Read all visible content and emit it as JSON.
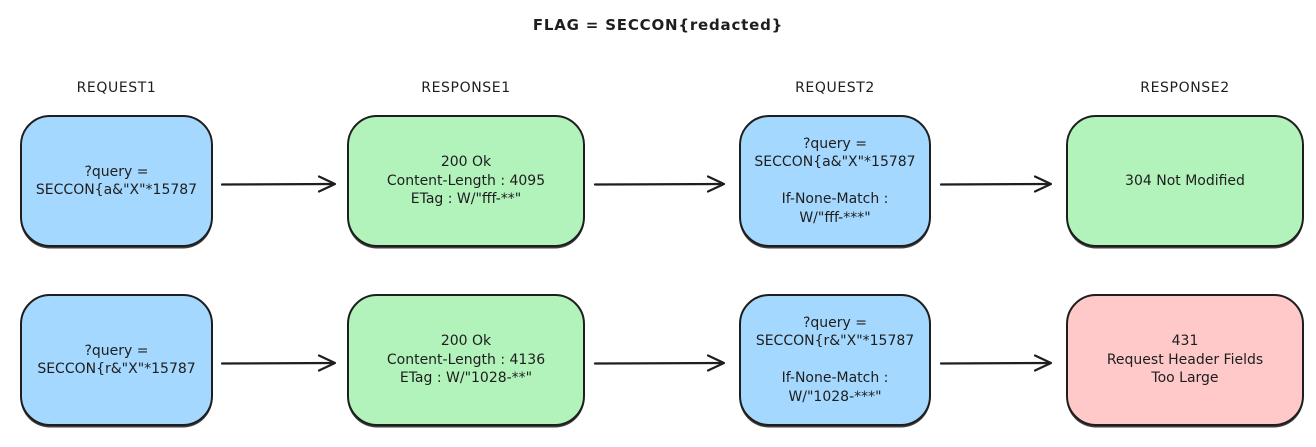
{
  "title": "FLAG = SECCON{redacted}",
  "colors": {
    "request": "#a5d8ff",
    "response_ok": "#b2f2bb",
    "response_error": "#ffc9c9",
    "stroke": "#1e1e1e",
    "background": "#ffffff"
  },
  "icons": {
    "arrow_right": "→"
  },
  "rows": [
    {
      "nodes": [
        {
          "label": "REQUEST1",
          "type": "request",
          "lines": [
            "?query =",
            "SECCON{a&\"X\"*15787"
          ]
        },
        {
          "label": "RESPONSE1",
          "type": "response_ok",
          "lines": [
            "200 Ok",
            "Content-Length : 4095",
            "ETag : W/\"fff-**\""
          ]
        },
        {
          "label": "REQUEST2",
          "type": "request",
          "lines": [
            "?query =",
            "SECCON{a&\"X\"*15787",
            "",
            "If-None-Match :",
            "W/\"fff-***\""
          ]
        },
        {
          "label": "RESPONSE2",
          "type": "response_ok",
          "lines": [
            "304 Not Modified"
          ]
        }
      ]
    },
    {
      "nodes": [
        {
          "label": "",
          "type": "request",
          "lines": [
            "?query =",
            "SECCON{r&\"X\"*15787"
          ]
        },
        {
          "label": "",
          "type": "response_ok",
          "lines": [
            "200 Ok",
            "Content-Length : 4136",
            "ETag : W/\"1028-**\""
          ]
        },
        {
          "label": "",
          "type": "request",
          "lines": [
            "?query =",
            "SECCON{r&\"X\"*15787",
            "",
            "If-None-Match :",
            "W/\"1028-***\""
          ]
        },
        {
          "label": "",
          "type": "response_error",
          "lines": [
            "431",
            "Request Header Fields",
            "Too Large"
          ]
        }
      ]
    }
  ]
}
